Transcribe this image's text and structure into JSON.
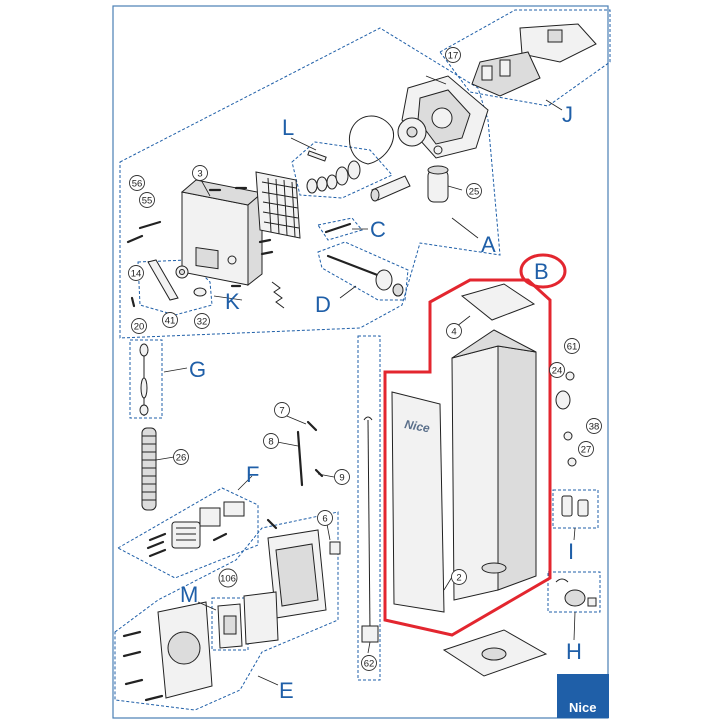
{
  "letters": [
    "A",
    "B",
    "C",
    "D",
    "E",
    "F",
    "G",
    "H",
    "I",
    "J",
    "K",
    "L",
    "M"
  ],
  "part_numbers": [
    "2",
    "3",
    "4",
    "6",
    "7",
    "8",
    "9",
    "14",
    "17",
    "20",
    "24",
    "25",
    "26",
    "27",
    "32",
    "38",
    "41",
    "55",
    "56",
    "61",
    "62",
    "106"
  ],
  "door_brand": "Nice",
  "logo": {
    "text": "Nice",
    "color": "#1f5fa8"
  },
  "colors": {
    "group_outline": "#1f5fa8",
    "highlight": "#e3262f",
    "frame": "#4a7fb5"
  }
}
